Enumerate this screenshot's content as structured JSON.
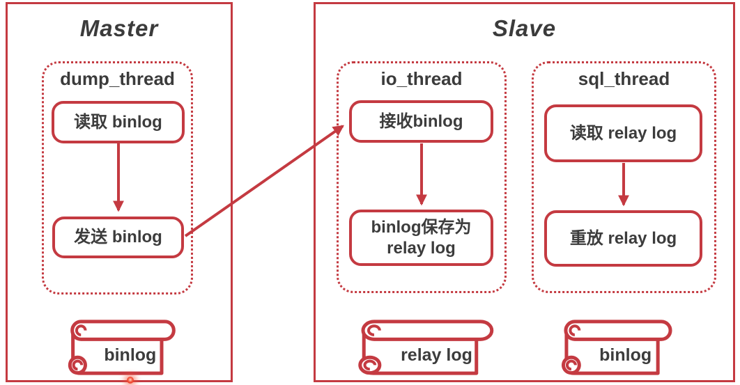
{
  "colors": {
    "accent": "#c43a41",
    "text": "#3b3b3b",
    "background": "#ffffff"
  },
  "master": {
    "title": "Master",
    "dump_thread": {
      "label": "dump_thread",
      "steps": [
        "读取 binlog",
        "发送 binlog"
      ]
    },
    "log": "binlog"
  },
  "slave": {
    "title": "Slave",
    "io_thread": {
      "label": "io_thread",
      "steps": [
        "接收binlog",
        "binlog保存为\nrelay log"
      ]
    },
    "sql_thread": {
      "label": "sql_thread",
      "steps": [
        "读取 relay log",
        "重放 relay log"
      ]
    },
    "logs": [
      "relay log",
      "binlog"
    ]
  },
  "icons": {
    "scroll": "scroll-icon",
    "arrow": "arrow-icon"
  }
}
